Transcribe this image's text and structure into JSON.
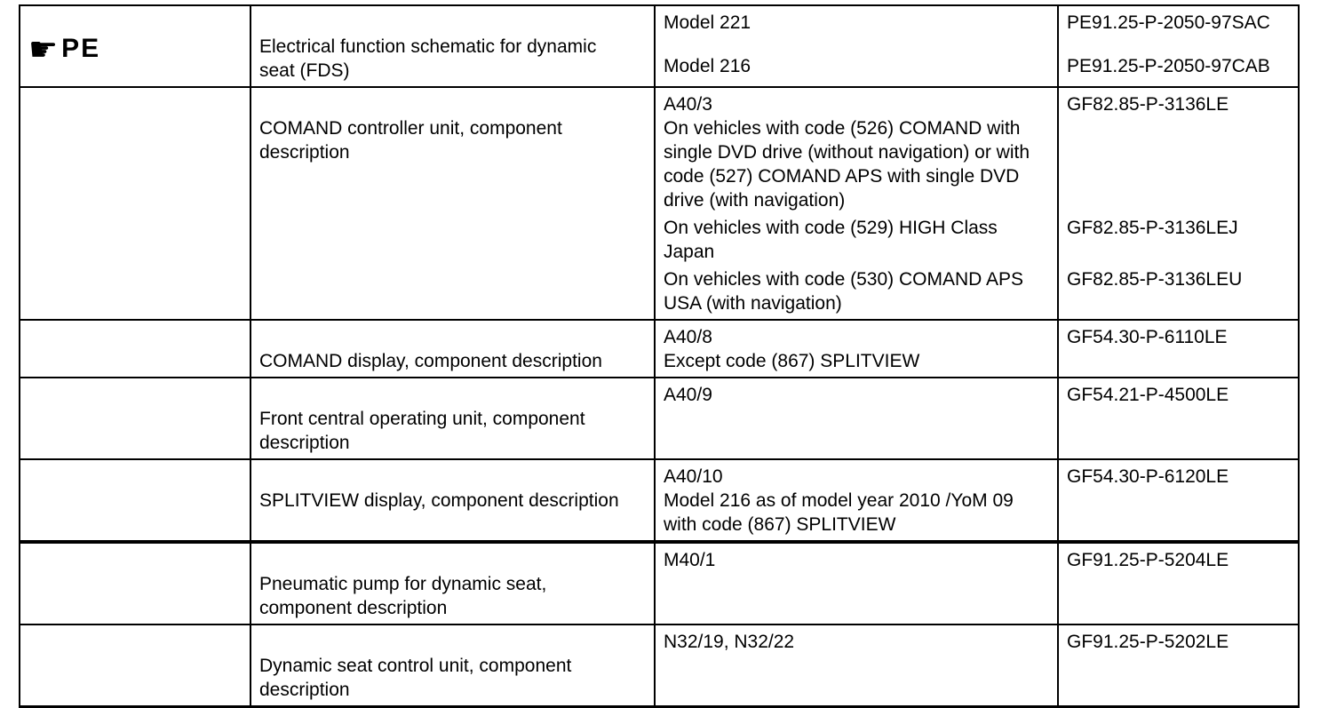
{
  "page": {
    "background": "#ffffff",
    "line_color": "#000000"
  },
  "table": {
    "rows": [
      {
        "ref_icon": "pointing-hand",
        "ref_icon_glyph": "☛",
        "ref_label": "PE",
        "description": "Electrical function schematic for dynamic\nseat (FDS)",
        "items": [
          {
            "detail": "Model 221",
            "code": "PE91.25-P-2050-97SAC"
          },
          {
            "detail": "Model 216",
            "code": "PE91.25-P-2050-97CAB"
          }
        ]
      },
      {
        "description": "COMAND controller unit, component\ndescription",
        "items": [
          {
            "detail": "A40/3\nOn vehicles with code (526) COMAND with\nsingle DVD drive (without navigation) or with\ncode (527) COMAND APS with single DVD\ndrive (with navigation)",
            "code": "GF82.85-P-3136LE"
          },
          {
            "detail": "On vehicles with code (529) HIGH Class\nJapan",
            "code": "GF82.85-P-3136LEJ"
          },
          {
            "detail": "On vehicles with code (530) COMAND APS\nUSA (with navigation)",
            "code": "GF82.85-P-3136LEU"
          }
        ]
      },
      {
        "description": "COMAND display, component description",
        "items": [
          {
            "detail": "A40/8\nExcept code (867) SPLITVIEW",
            "code": "GF54.30-P-6110LE"
          }
        ]
      },
      {
        "description": "Front central operating unit, component\ndescription",
        "items": [
          {
            "detail": "A40/9",
            "code": "GF54.21-P-4500LE"
          }
        ]
      },
      {
        "description": "SPLITVIEW display, component description",
        "items": [
          {
            "detail": "A40/10\nModel 216 as of model year 2010 /YoM 09\nwith code (867) SPLITVIEW",
            "code": "GF54.30-P-6120LE"
          }
        ]
      },
      {
        "description": "Pneumatic pump for dynamic seat,\ncomponent description",
        "items": [
          {
            "detail": "M40/1",
            "code": "GF91.25-P-5204LE"
          }
        ]
      },
      {
        "description": "Dynamic seat control unit, component\ndescription",
        "items": [
          {
            "detail": "N32/19, N32/22",
            "code": "GF91.25-P-5202LE"
          }
        ]
      }
    ]
  }
}
